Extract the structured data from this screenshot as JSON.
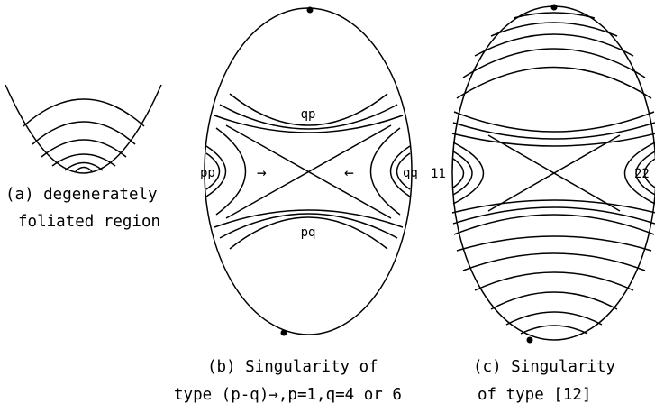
{
  "panels": {
    "a": {
      "caption_line1": "(a) degenerately",
      "caption_line2": "foliated region"
    },
    "b": {
      "label_top": "qp",
      "label_bottom": "pq",
      "label_left": "pp",
      "label_right": "qq",
      "arrow_left": "→",
      "arrow_right": "←",
      "caption_line1": "(b) Singularity of",
      "caption_line2": "type (p-q)→,p=1,q=4 or 6"
    },
    "c": {
      "label_left": "11",
      "label_right": "22",
      "caption_line1": "(c) Singularity",
      "caption_line2": "of type [12]"
    }
  }
}
